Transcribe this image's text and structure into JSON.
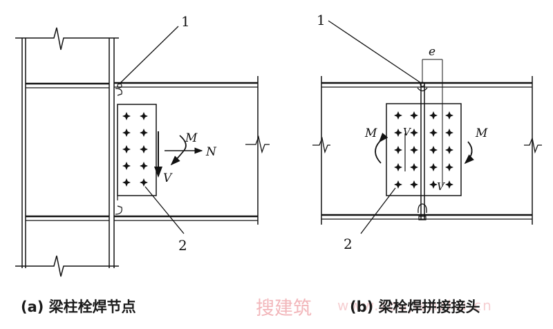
{
  "figure_a": {
    "caption": "(a) 梁柱栓焊节点",
    "callouts": [
      "1",
      "2"
    ],
    "force_labels": {
      "moment": "M",
      "axial": "N",
      "shear": "V"
    },
    "bolt_grid": {
      "columns": 2,
      "rows": 5
    }
  },
  "figure_b": {
    "caption": "(b) 梁栓焊拼接接头",
    "callouts": [
      "1",
      "2"
    ],
    "dimension_label": "e",
    "force_labels": {
      "moment_left": "M",
      "moment_right": "M",
      "shear_left": "V",
      "shear_right": "V"
    },
    "bolt_grid": {
      "columns": 4,
      "rows": 5
    }
  },
  "watermark": {
    "brand": "搜建筑",
    "url": "www.soujianzhu.cn"
  }
}
